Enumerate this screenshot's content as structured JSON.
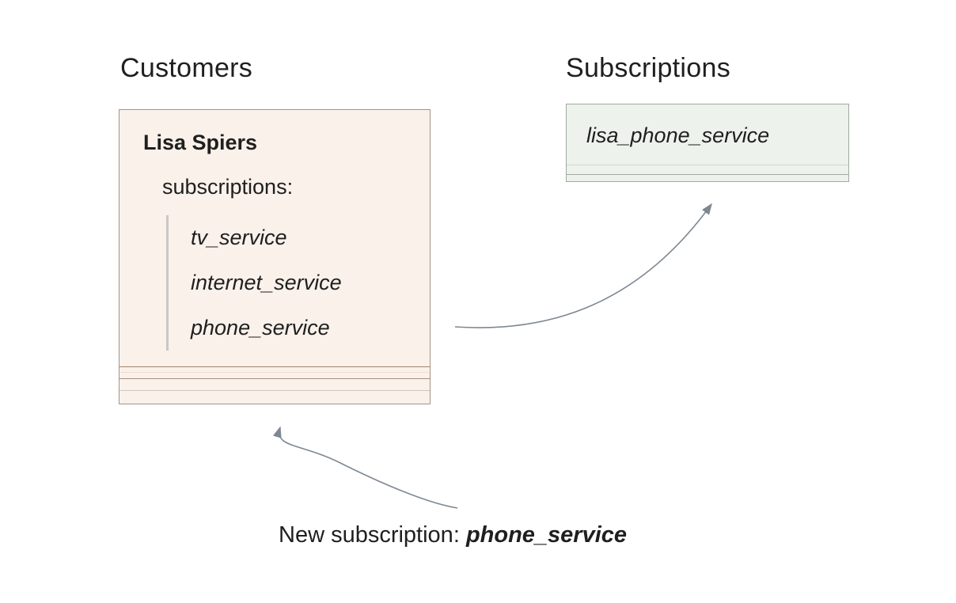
{
  "headings": {
    "customers": "Customers",
    "subscriptions": "Subscriptions"
  },
  "customer_card": {
    "name": "Lisa Spiers",
    "subscriptions_label": "subscriptions:",
    "subscriptions": [
      "tv_service",
      "internet_service",
      "phone_service"
    ]
  },
  "subscription_card": {
    "name": "lisa_phone_service"
  },
  "caption": {
    "prefix": "New subscription: ",
    "value": "phone_service"
  },
  "colors": {
    "customer_card_bg": "#f9f1ea",
    "customer_card_border": "#ab9185",
    "subscription_card_bg": "#edf2ed",
    "subscription_card_border": "#9fab9f",
    "arrow": "#7d8893",
    "text": "#1f1f1f"
  }
}
